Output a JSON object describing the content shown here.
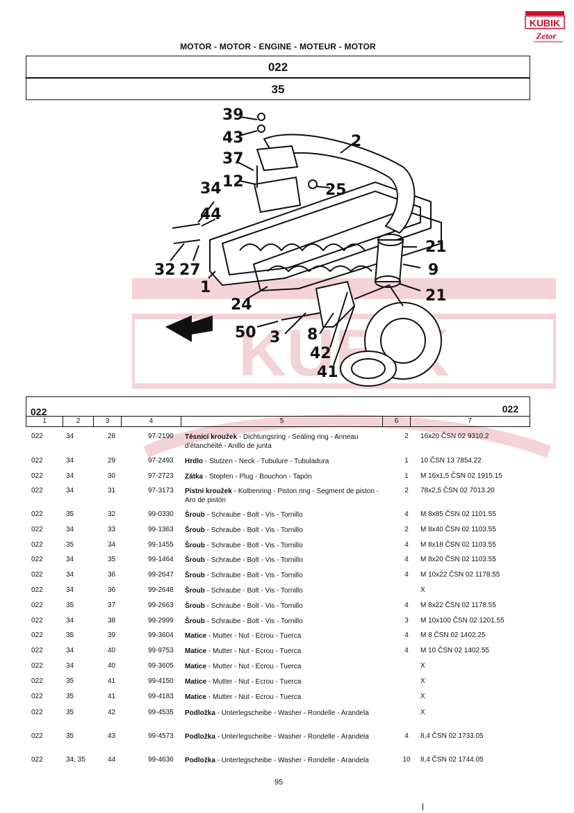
{
  "header": {
    "title": "MOTOR - MOTOR - ENGINE - MOTEUR - MOTOR",
    "group_code": "022",
    "figure_number": "35",
    "logo_top": "KUBIK",
    "logo_bottom": "Zetor"
  },
  "diagram": {
    "callouts": [
      "39",
      "43",
      "2",
      "37",
      "12",
      "25",
      "34",
      "44",
      "21",
      "32",
      "27",
      "9",
      "1",
      "21",
      "24",
      "50",
      "3",
      "8",
      "42",
      "41"
    ]
  },
  "table": {
    "group_left": "022",
    "group_right": "022",
    "column_numbers": [
      "1",
      "2",
      "3",
      "4",
      "5",
      "6",
      "7"
    ],
    "rows": [
      {
        "c1": "022",
        "c2": "34",
        "c3": "28",
        "c4": "97-2190",
        "name": "Těsnicí kroužek",
        "desc": " - Dichtungsring - Sealing ring - Anneau d'étanchéité - Anillo de junta",
        "qty": "2",
        "spec": "16x20 ČSN 02 9310.2"
      },
      {
        "c1": "022",
        "c2": "34",
        "c3": "29",
        "c4": "97-2493",
        "name": "Hrdlo",
        "desc": " - Stutzen - Neck - Tubulure - Tubuladura",
        "qty": "1",
        "spec": "10 ČSN 13 7854.22"
      },
      {
        "c1": "022",
        "c2": "34",
        "c3": "30",
        "c4": "97-2723",
        "name": "Zátka",
        "desc": " - Stopfen - Plug - Bouchon - Tapón",
        "qty": "1",
        "spec": "M 16x1,5 ČSN 02 1915.15"
      },
      {
        "c1": "022",
        "c2": "34",
        "c3": "31",
        "c4": "97-3173",
        "name": "Pístní kroužek",
        "desc": " - Kolbenring - Piston ring - Segment de piston - Aro de pistón",
        "qty": "2",
        "spec": "78x2,5 ČSN 02 7013.20"
      },
      {
        "c1": "022",
        "c2": "35",
        "c3": "32",
        "c4": "99-0330",
        "name": "Šroub",
        "desc": " - Schraube - Bolt - Vis - Tornillo",
        "qty": "4",
        "spec": "M 8x85 ČSN 02 1101.55"
      },
      {
        "c1": "022",
        "c2": "34",
        "c3": "33",
        "c4": "99-1363",
        "name": "Šroub",
        "desc": " - Schraube - Bolt - Vis - Tornillo",
        "qty": "2",
        "spec": "M 8x40 ČSN 02 1103.55"
      },
      {
        "c1": "022",
        "c2": "35",
        "c3": "34",
        "c4": "99-1455",
        "name": "Šroub",
        "desc": " - Schraube - Bolt - Vis - Tornillo",
        "qty": "4",
        "spec": "M 8x18 ČSN 02 1103.55"
      },
      {
        "c1": "022",
        "c2": "34",
        "c3": "35",
        "c4": "99-1464",
        "name": "Šroub",
        "desc": " - Schraube - Bolt - Vis - Tornillo",
        "qty": "4",
        "spec": "M 8x20 ČSN 02 1103.55"
      },
      {
        "c1": "022",
        "c2": "34",
        "c3": "36",
        "c4": "99-2647",
        "name": "Šroub",
        "desc": " - Schraube - Bolt - Vis - Tornillo",
        "qty": "4",
        "spec": "M 10x22 ČSN 02 1178.55"
      },
      {
        "c1": "022",
        "c2": "34",
        "c3": "36",
        "c4": "99-2648",
        "name": "Šroub",
        "desc": " - Schraube - Bolt - Vis - Tornillo",
        "qty": "",
        "spec": "X"
      },
      {
        "c1": "022",
        "c2": "35",
        "c3": "37",
        "c4": "99-2663",
        "name": "Šroub",
        "desc": " - Schraube - Bolt - Vis - Tornillo",
        "qty": "4",
        "spec": "M 8x22 ČSN 02 1178.55"
      },
      {
        "c1": "022",
        "c2": "34",
        "c3": "38",
        "c4": "99-2999",
        "name": "Šroub",
        "desc": " - Schraube - Bolt - Vis - Tornillo",
        "qty": "3",
        "spec": "M 10x100 ČSN 02 1201.55"
      },
      {
        "c1": "022",
        "c2": "35",
        "c3": "39",
        "c4": "99-3604",
        "name": "Matice",
        "desc": " - Mutter - Nut - Ecrou - Tuerca",
        "qty": "4",
        "spec": "M 8 ČSN 02 1402.25"
      },
      {
        "c1": "022",
        "c2": "34",
        "c3": "40",
        "c4": "99-9753",
        "name": "Matice",
        "desc": " - Mutter - Nut - Ecrou - Tuerca",
        "qty": "4",
        "spec": "M 10 ČSN 02 1402.55"
      },
      {
        "c1": "022",
        "c2": "34",
        "c3": "40",
        "c4": "99-3605",
        "name": "Matice",
        "desc": " - Mutter - Nut - Ecrou - Tuerca",
        "qty": "",
        "spec": "X"
      },
      {
        "c1": "022",
        "c2": "35",
        "c3": "41",
        "c4": "99-4150",
        "name": "Matice",
        "desc": " - Mutter - Nut - Ecrou - Tuerca",
        "qty": "",
        "spec": "X"
      },
      {
        "c1": "022",
        "c2": "35",
        "c3": "41",
        "c4": "99-4183",
        "name": "Matice",
        "desc": " - Mutter - Nut - Ecrou - Tuerca",
        "qty": "",
        "spec": "X"
      },
      {
        "c1": "022",
        "c2": "35",
        "c3": "42",
        "c4": "99-4535",
        "name": "Podložka",
        "desc": " - Unterlegscheibe - Washer - Rondelle - Arandela",
        "qty": "",
        "spec": "X"
      },
      {
        "c1": "022",
        "c2": "35",
        "c3": "43",
        "c4": "99-4573",
        "name": "Podložka",
        "desc": " - Unterlegscheibe - Washer - Rondelle - Arandela",
        "qty": "4",
        "spec": "8,4 ČSN 02 1733.05"
      },
      {
        "c1": "022",
        "c2": "34, 35",
        "c3": "44",
        "c4": "99-4636",
        "name": "Podložka",
        "desc": " - Unterlegscheibe - Washer - Rondelle - Arandela",
        "qty": "10",
        "spec": "8,4 ČSN 02 1744.05"
      }
    ]
  },
  "footer": {
    "page_number": "95"
  }
}
